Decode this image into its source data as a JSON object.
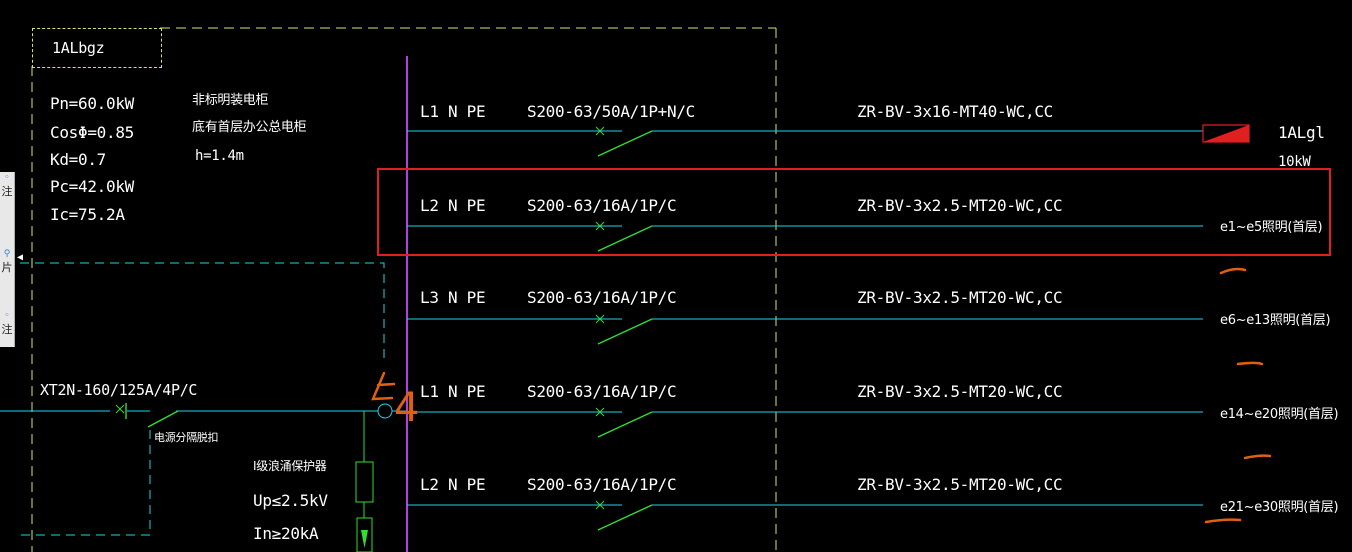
{
  "panel": {
    "name": "1ALbgz",
    "params": [
      "Pn=60.0kW",
      "CosΦ=0.85",
      "Kd=0.7",
      "Pc=42.0kW",
      "Ic=75.2A"
    ],
    "notes": [
      "非标明装电柜",
      "底有首层办公总电柜",
      "h=1.4m"
    ]
  },
  "main_breaker": {
    "label": "XT2N-160/125A/4P/C",
    "note": "电源分隔脱扣"
  },
  "spd": {
    "title": "I级浪涌保护器",
    "up": "Up≤2.5kV",
    "in": "In≥20kA"
  },
  "annotation_mark": "4",
  "circuits": [
    {
      "phase": "L1 N PE",
      "breaker": "S200-63/50A/1P+N/C",
      "cable": "ZR-BV-3x16-MT40-WC,CC",
      "dest": "1ALgl",
      "dest_sub": "10kW"
    },
    {
      "phase": "L2 N PE",
      "breaker": "S200-63/16A/1P/C",
      "cable": "ZR-BV-3x2.5-MT20-WC,CC",
      "dest": "e1~e5照明(首层)"
    },
    {
      "phase": "L3 N PE",
      "breaker": "S200-63/16A/1P/C",
      "cable": "ZR-BV-3x2.5-MT20-WC,CC",
      "dest": "e6~e13照明(首层)"
    },
    {
      "phase": "L1 N PE",
      "breaker": "S200-63/16A/1P/C",
      "cable": "ZR-BV-3x2.5-MT20-WC,CC",
      "dest": "e14~e20照明(首层)"
    },
    {
      "phase": "L2 N PE",
      "breaker": "S200-63/16A/1P/C",
      "cable": "ZR-BV-3x2.5-MT20-WC,CC",
      "dest": "e21~e30照明(首层)"
    }
  ],
  "side_panel": [
    "注",
    "片",
    "注"
  ],
  "colors": {
    "background": "#000000",
    "wire": "#22d3e6",
    "switch": "#33dd33",
    "busbar": "#b040e0",
    "boundary": "#e0e066",
    "highlight": "#e02020",
    "markup": "#e06010"
  }
}
